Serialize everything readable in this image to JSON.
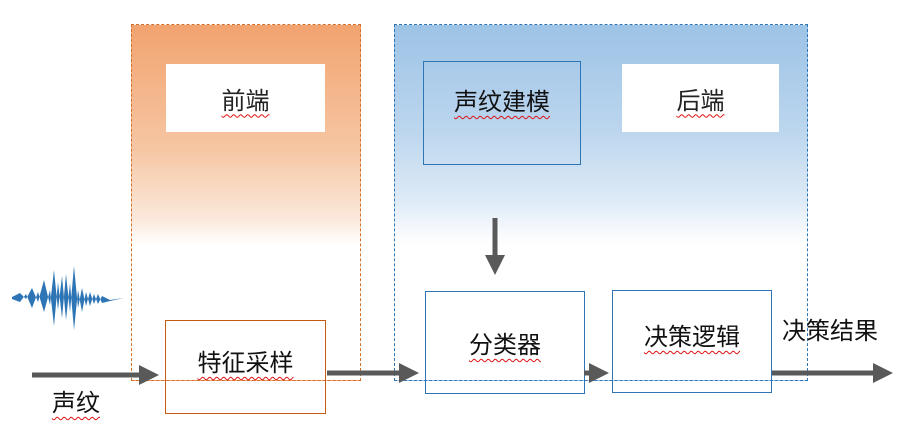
{
  "diagram": {
    "panels": {
      "frontend_label": "前端",
      "backend_label": "后端"
    },
    "nodes": {
      "voiceprint_modeling": "声纹建模",
      "feature_sampling": "特征采样",
      "classifier": "分类器",
      "decision_logic": "决策逻辑"
    },
    "io": {
      "input_label": "声纹",
      "output_label": "决策结果"
    },
    "colors": {
      "frontend_border": "#d3702a",
      "frontend_fill_top": "#f2a36f",
      "backend_border": "#2e75b6",
      "backend_fill_top": "#9dc3e6",
      "node_border_blue": "#2e75b6",
      "node_border_orange": "#c55a11",
      "arrow": "#595959",
      "waveform": "#2e75b6"
    }
  }
}
